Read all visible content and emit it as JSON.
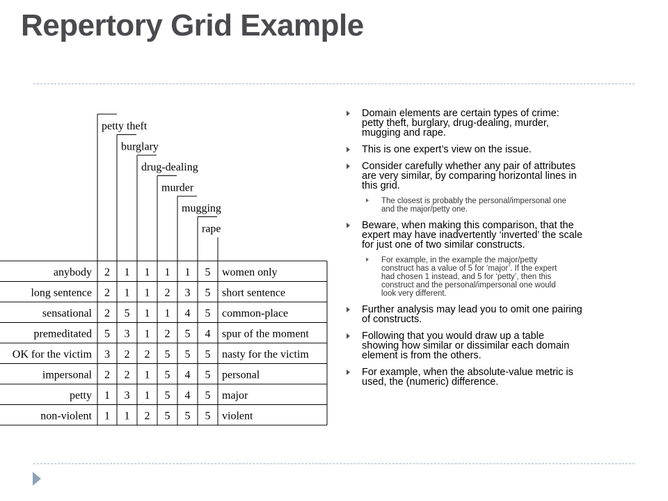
{
  "slide": {
    "title": "Repertory Grid Example"
  },
  "grid": {
    "elements": [
      "petty theft",
      "burglary",
      "drug-dealing",
      "murder",
      "mugging",
      "rape"
    ],
    "rows": [
      {
        "left": "anybody",
        "values": [
          "2",
          "1",
          "1",
          "1",
          "1",
          "5"
        ],
        "right": "women only"
      },
      {
        "left": "long sentence",
        "values": [
          "2",
          "1",
          "1",
          "2",
          "3",
          "5"
        ],
        "right": "short sentence"
      },
      {
        "left": "sensational",
        "values": [
          "2",
          "5",
          "1",
          "1",
          "4",
          "5"
        ],
        "right": "common-place"
      },
      {
        "left": "premeditated",
        "values": [
          "5",
          "3",
          "1",
          "2",
          "5",
          "4"
        ],
        "right": "spur of the moment"
      },
      {
        "left": "OK for the victim",
        "values": [
          "3",
          "2",
          "2",
          "5",
          "5",
          "5"
        ],
        "right": "nasty for the victim"
      },
      {
        "left": "impersonal",
        "values": [
          "2",
          "2",
          "1",
          "5",
          "4",
          "5"
        ],
        "right": "personal"
      },
      {
        "left": "petty",
        "values": [
          "1",
          "3",
          "1",
          "5",
          "4",
          "5"
        ],
        "right": "major"
      },
      {
        "left": "non-violent",
        "values": [
          "1",
          "1",
          "2",
          "5",
          "5",
          "5"
        ],
        "right": "violent"
      }
    ]
  },
  "bullets": [
    {
      "lines": [
        "Domain elements are certain types of crime:",
        "petty theft, burglary, drug-dealing, murder,",
        "mugging and rape."
      ]
    },
    {
      "lines": [
        "This is one expert’s view on the issue."
      ]
    },
    {
      "lines": [
        "Consider carefully whether any pair of attributes",
        "are very similar, by comparing horizontal lines in",
        "this grid."
      ],
      "sub": [
        {
          "lines": [
            "The closest is probably the personal/impersonal one",
            "and the major/petty one."
          ]
        }
      ]
    },
    {
      "lines": [
        "Beware, when making this comparison, that the",
        "expert may have inadvertently ‘inverted’ the scale",
        "for just one of two similar constructs."
      ],
      "sub": [
        {
          "lines": [
            "For example, in the example the major/petty",
            "construct has a value of 5 for ‘major’. If the expert",
            "had chosen 1 instead, and 5 for ‘petty’, then this",
            "construct and the personal/impersonal one would",
            "look very different."
          ]
        }
      ]
    },
    {
      "lines": [
        "Further analysis may lead you to omit one pairing",
        "of constructs."
      ]
    },
    {
      "lines": [
        " Following that you would draw up a table",
        "showing  how similar or dissimilar each domain",
        "element is from the others."
      ]
    },
    {
      "lines": [
        "For example, when the absolute-value metric is",
        "used, the (numeric) difference."
      ]
    }
  ],
  "icons": {
    "bullet": "triangle-right-icon",
    "nav": "next-slide-arrow-icon"
  },
  "colors": {
    "title": "#4a4a4f",
    "rule": "#9fb6c8",
    "bullet": "#555555",
    "nav_arrow": "#8ea3b8"
  }
}
